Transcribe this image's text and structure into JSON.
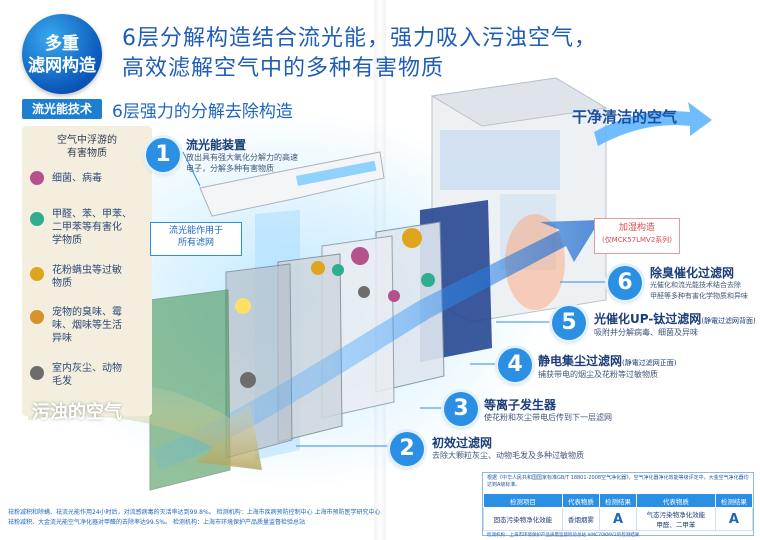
{
  "badge": {
    "line1": "多重",
    "line2": "滤网构造"
  },
  "headline": {
    "line1": "6层分解构造结合流光能，强力吸入污浊空气，",
    "line2": "高效滤解空气中的多种有害物质"
  },
  "tech_tag": "流光能技术",
  "tech_title": "6层强力的分解去除构造",
  "pollutants": {
    "title_line1": "空气中浮游的",
    "title_line2": "有害物质",
    "items": [
      {
        "lines": [
          "细菌、病毒"
        ],
        "color": "#b5528e"
      },
      {
        "lines": [
          "甲醛、苯、甲苯、",
          "二甲苯等有害化",
          "学物质"
        ],
        "color": "#2fae8f"
      },
      {
        "lines": [
          "花粉螨虫等过敏",
          "物质"
        ],
        "color": "#e0a51e"
      },
      {
        "lines": [
          "宠物的臭味、霉",
          "味、烟味等生活",
          "异味"
        ],
        "color": "#d9912a"
      },
      {
        "lines": [
          "室内灰尘、动物",
          "毛发"
        ],
        "color": "#6d6d6d"
      }
    ],
    "dirty_air": "污浊的空气"
  },
  "clean_air": "干净清洁的空气",
  "callout": {
    "line1": "流光能作用于",
    "line2": "所有滤网"
  },
  "humidify": {
    "line1": "加湿构造",
    "line2": "(仅MCK57LMV2系列)"
  },
  "steps": [
    {
      "num": "1",
      "title": "流光能装置",
      "note": "",
      "desc": [
        "放出具有强大氧化分解力的高速",
        "电子，分解多种有害物质"
      ]
    },
    {
      "num": "6",
      "title": "除臭催化过滤网",
      "note": "",
      "desc": [
        "光催化和流光能技术结合去除",
        "甲醛等多种有害化学物质和异味"
      ]
    },
    {
      "num": "5",
      "title": "光催化UP-钛过滤网",
      "note": "(静電过滤网背面)",
      "desc": [
        "吸附并分解病毒、细菌及异味"
      ]
    },
    {
      "num": "4",
      "title": "静电集尘过滤网",
      "note": "(静電过滤网正面)",
      "desc": [
        "捕获带电的烟尘及花粉等过敏物质"
      ]
    },
    {
      "num": "3",
      "title": "等离子发生器",
      "note": "",
      "desc": [
        "使花粉和灰尘带电后传到下一层滤网"
      ]
    },
    {
      "num": "2",
      "title": "初效过滤网",
      "note": "",
      "desc": [
        "去除大颗粒灰尘、动物毛发及多种过敏物质"
      ]
    }
  ],
  "footer_notes": [
    "祛粉减积和除螨、祛流光能作用24小时后，对流感病毒的灭活率达到99.8%。  检测机构：上海市疾病预防控制中心 上海市预防医学研究中心",
    "祛粉减积、大金流光能空气净化器对甲醛的去除率达99.5%。  检测机构：上海市环境保护产品质量监督检验总站"
  ],
  "certificate": {
    "header_text": "根据《中华人民共和国国家标准GB/T 18801-2008空气净化器》，空气净化器净化效能等级评定中，大金空气净化器均达到A级标准。",
    "columns": [
      "检测项目",
      "代表物质",
      "检测结果",
      "代表物质",
      "检测结果"
    ],
    "row1": [
      "固态污染物净化效能",
      "香烟烟雾",
      "A",
      "气态污染物净化效能",
      "A"
    ],
    "row2_note": "甲醛、二甲苯",
    "footer": "检测机构：上海市环境保护产品质量监督检验总站  ※MC70KMV2的检测结果"
  },
  "colors": {
    "accent": "#2b8fe4",
    "headline": "#1f5db8",
    "panel": "#f4eede"
  }
}
